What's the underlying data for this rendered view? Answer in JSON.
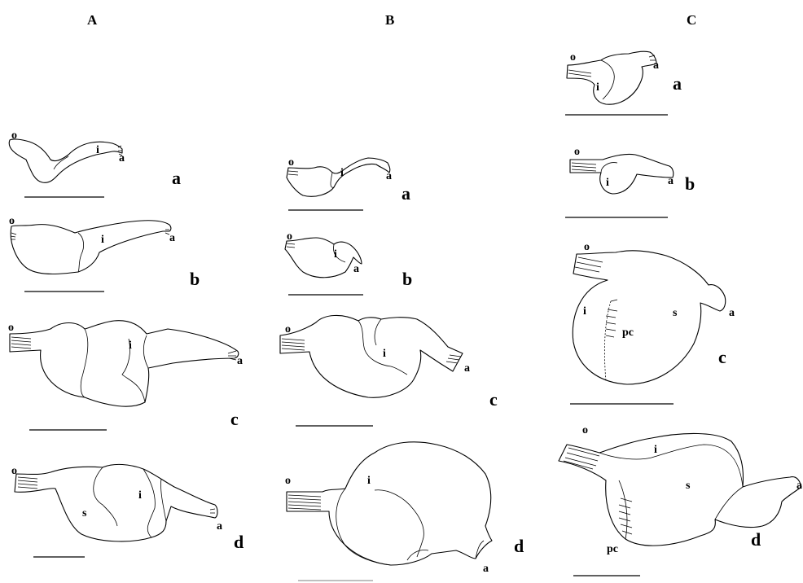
{
  "columns": [
    "A",
    "B",
    "C"
  ],
  "panel_letters": [
    "a",
    "b",
    "c",
    "d"
  ],
  "labels": {
    "oral": "o",
    "aboral": "a",
    "intestine": "i",
    "stomach": "s",
    "pyloric_caeca": "pc"
  }
}
